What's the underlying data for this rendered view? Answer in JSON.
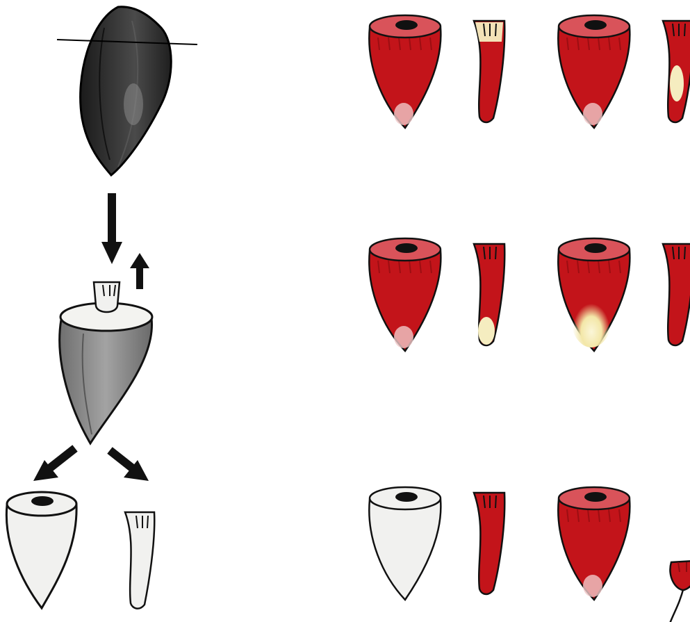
{
  "diagram": {
    "stages": [
      {
        "id": "intact-heart",
        "shading": "dark"
      },
      {
        "id": "perfused-apex",
        "shading": "grey"
      },
      {
        "id": "separated-unstained",
        "shading": "white"
      }
    ],
    "arrows": [
      {
        "id": "downward-arrow"
      },
      {
        "id": "upward-arrow"
      },
      {
        "id": "left-diagonal-arrow"
      },
      {
        "id": "right-diagonal-arrow"
      }
    ],
    "specimen_rows": [
      {
        "pairs": [
          {
            "apex": "red",
            "apex_pale_tip": "small",
            "tissue": "red",
            "tissue_pale_top": "yes"
          },
          {
            "apex": "red",
            "apex_pale_tip": "small",
            "tissue": "red",
            "tissue_pale_band": "yes"
          }
        ]
      },
      {
        "pairs": [
          {
            "apex": "red",
            "apex_pale_tip": "small",
            "tissue": "red",
            "tissue_pale_tip": "yes"
          },
          {
            "apex": "red",
            "apex_pale_tip": "large",
            "tissue": "red"
          }
        ]
      },
      {
        "pairs": [
          {
            "apex": "white",
            "tissue": "red"
          },
          {
            "apex": "red",
            "apex_pale_tip": "small",
            "tissue": "red-bulb-with-stalk"
          }
        ]
      }
    ],
    "colors": {
      "stain": "#c3141a",
      "stain_dark": "#8b0b10",
      "pale_zone": "#f5edc0",
      "unstained": "#f1f1ef",
      "dark_heart": "#2b2b2b",
      "grey_heart": "#8d8d8d",
      "outline": "#111111"
    }
  }
}
